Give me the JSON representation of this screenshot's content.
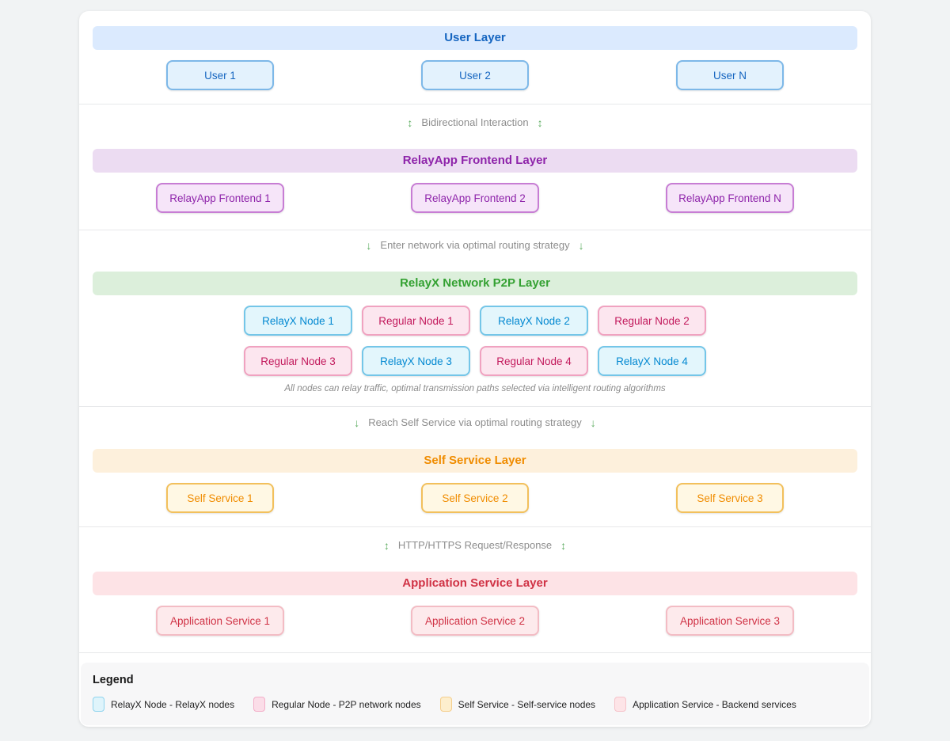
{
  "colors": {
    "page_background": "#f1f3f4",
    "card_background": "#ffffff",
    "user_accent": "#1565c0",
    "frontend_accent": "#8e24aa",
    "p2p_accent": "#34a132",
    "relayx_node_accent": "#0288d1",
    "regular_node_accent": "#c2185b",
    "self_service_accent": "#f08c00",
    "app_service_accent": "#d03245",
    "connector_arrow": "#5fae63",
    "connector_text": "#8d8d8d"
  },
  "layers": [
    {
      "key": "user",
      "title": "User Layer",
      "nodes": [
        "User 1",
        "User 2",
        "User N"
      ]
    },
    {
      "key": "frontend",
      "title": "RelayApp Frontend Layer",
      "nodes": [
        "RelayApp Frontend 1",
        "RelayApp Frontend 2",
        "RelayApp Frontend N"
      ]
    },
    {
      "key": "p2p",
      "title": "RelayX Network P2P Layer",
      "rows": [
        [
          {
            "label": "RelayX Node 1",
            "type": "relayx"
          },
          {
            "label": "Regular Node 1",
            "type": "regular"
          },
          {
            "label": "RelayX Node 2",
            "type": "relayx"
          },
          {
            "label": "Regular Node 2",
            "type": "regular"
          }
        ],
        [
          {
            "label": "Regular Node 3",
            "type": "regular"
          },
          {
            "label": "RelayX Node 3",
            "type": "relayx"
          },
          {
            "label": "Regular Node 4",
            "type": "regular"
          },
          {
            "label": "RelayX Node 4",
            "type": "relayx"
          }
        ]
      ],
      "note": "All nodes can relay traffic, optimal transmission paths selected via intelligent routing algorithms"
    },
    {
      "key": "self",
      "title": "Self Service Layer",
      "nodes": [
        "Self Service 1",
        "Self Service 2",
        "Self Service 3"
      ]
    },
    {
      "key": "app",
      "title": "Application Service Layer",
      "nodes": [
        "Application Service 1",
        "Application Service 2",
        "Application Service 3"
      ]
    }
  ],
  "connectors": [
    {
      "glyph": "↕",
      "label": "Bidirectional Interaction"
    },
    {
      "glyph": "↓",
      "label": "Enter network via optimal routing strategy"
    },
    {
      "glyph": "↓",
      "label": "Reach Self Service via optimal routing strategy"
    },
    {
      "glyph": "↕",
      "label": "HTTP/HTTPS Request/Response"
    }
  ],
  "legend": {
    "title": "Legend",
    "items": [
      {
        "type": "relayx",
        "label": "RelayX Node - RelayX nodes"
      },
      {
        "type": "regular",
        "label": "Regular Node - P2P network nodes"
      },
      {
        "type": "self",
        "label": "Self Service - Self-service nodes"
      },
      {
        "type": "app",
        "label": "Application Service - Backend services"
      }
    ]
  }
}
